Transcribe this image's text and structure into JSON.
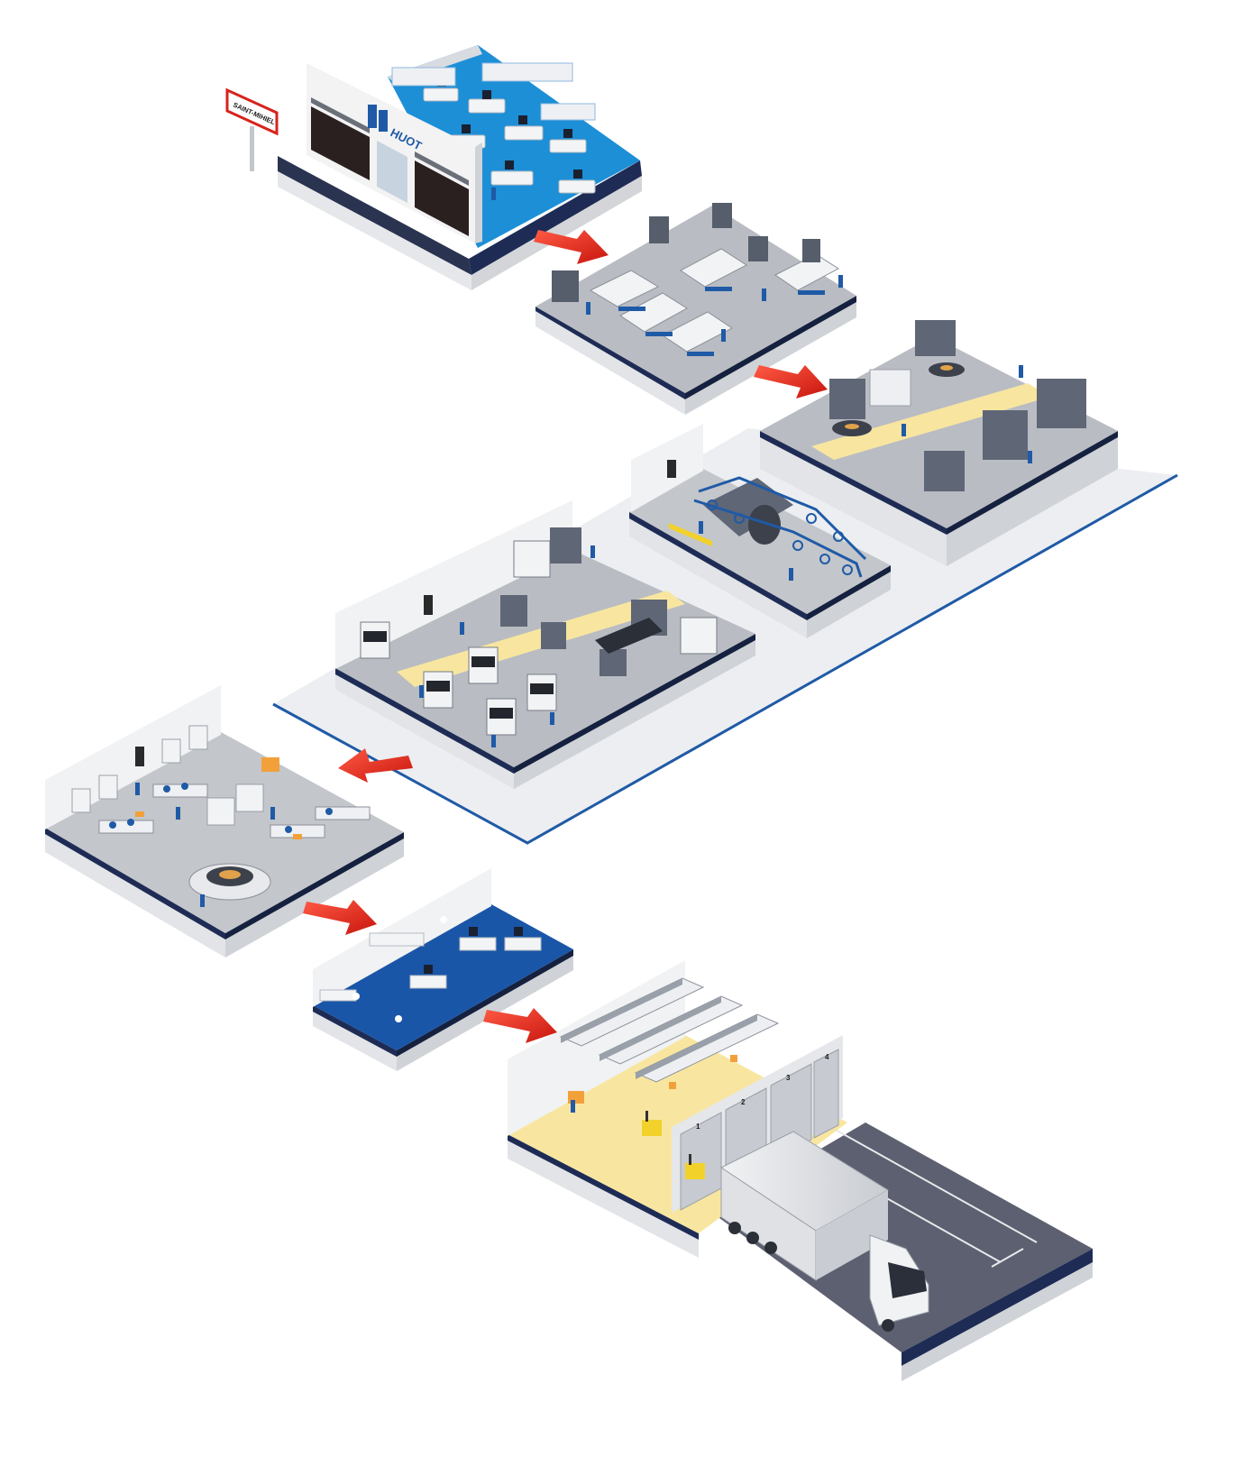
{
  "scene": {
    "town_sign": "SAINT-MIHIEL",
    "company_logo": "HUOT",
    "loading_docks": [
      "1",
      "2",
      "3",
      "4"
    ]
  },
  "colors": {
    "accent_blue": "#1f5aa6",
    "office_blue": "#1c8fd6",
    "qc_blue": "#1a56a8",
    "arrow_red": "#e4261c",
    "floor_gray": "#b9bcc2",
    "aisle_yellow": "#f8e6a0",
    "base_navy": "#1e2c55",
    "road_gray": "#5c6070"
  },
  "icons": [
    "flow-arrow-icon",
    "town-sign-icon",
    "huot-logo-icon",
    "truck-icon",
    "forklift-icon"
  ]
}
